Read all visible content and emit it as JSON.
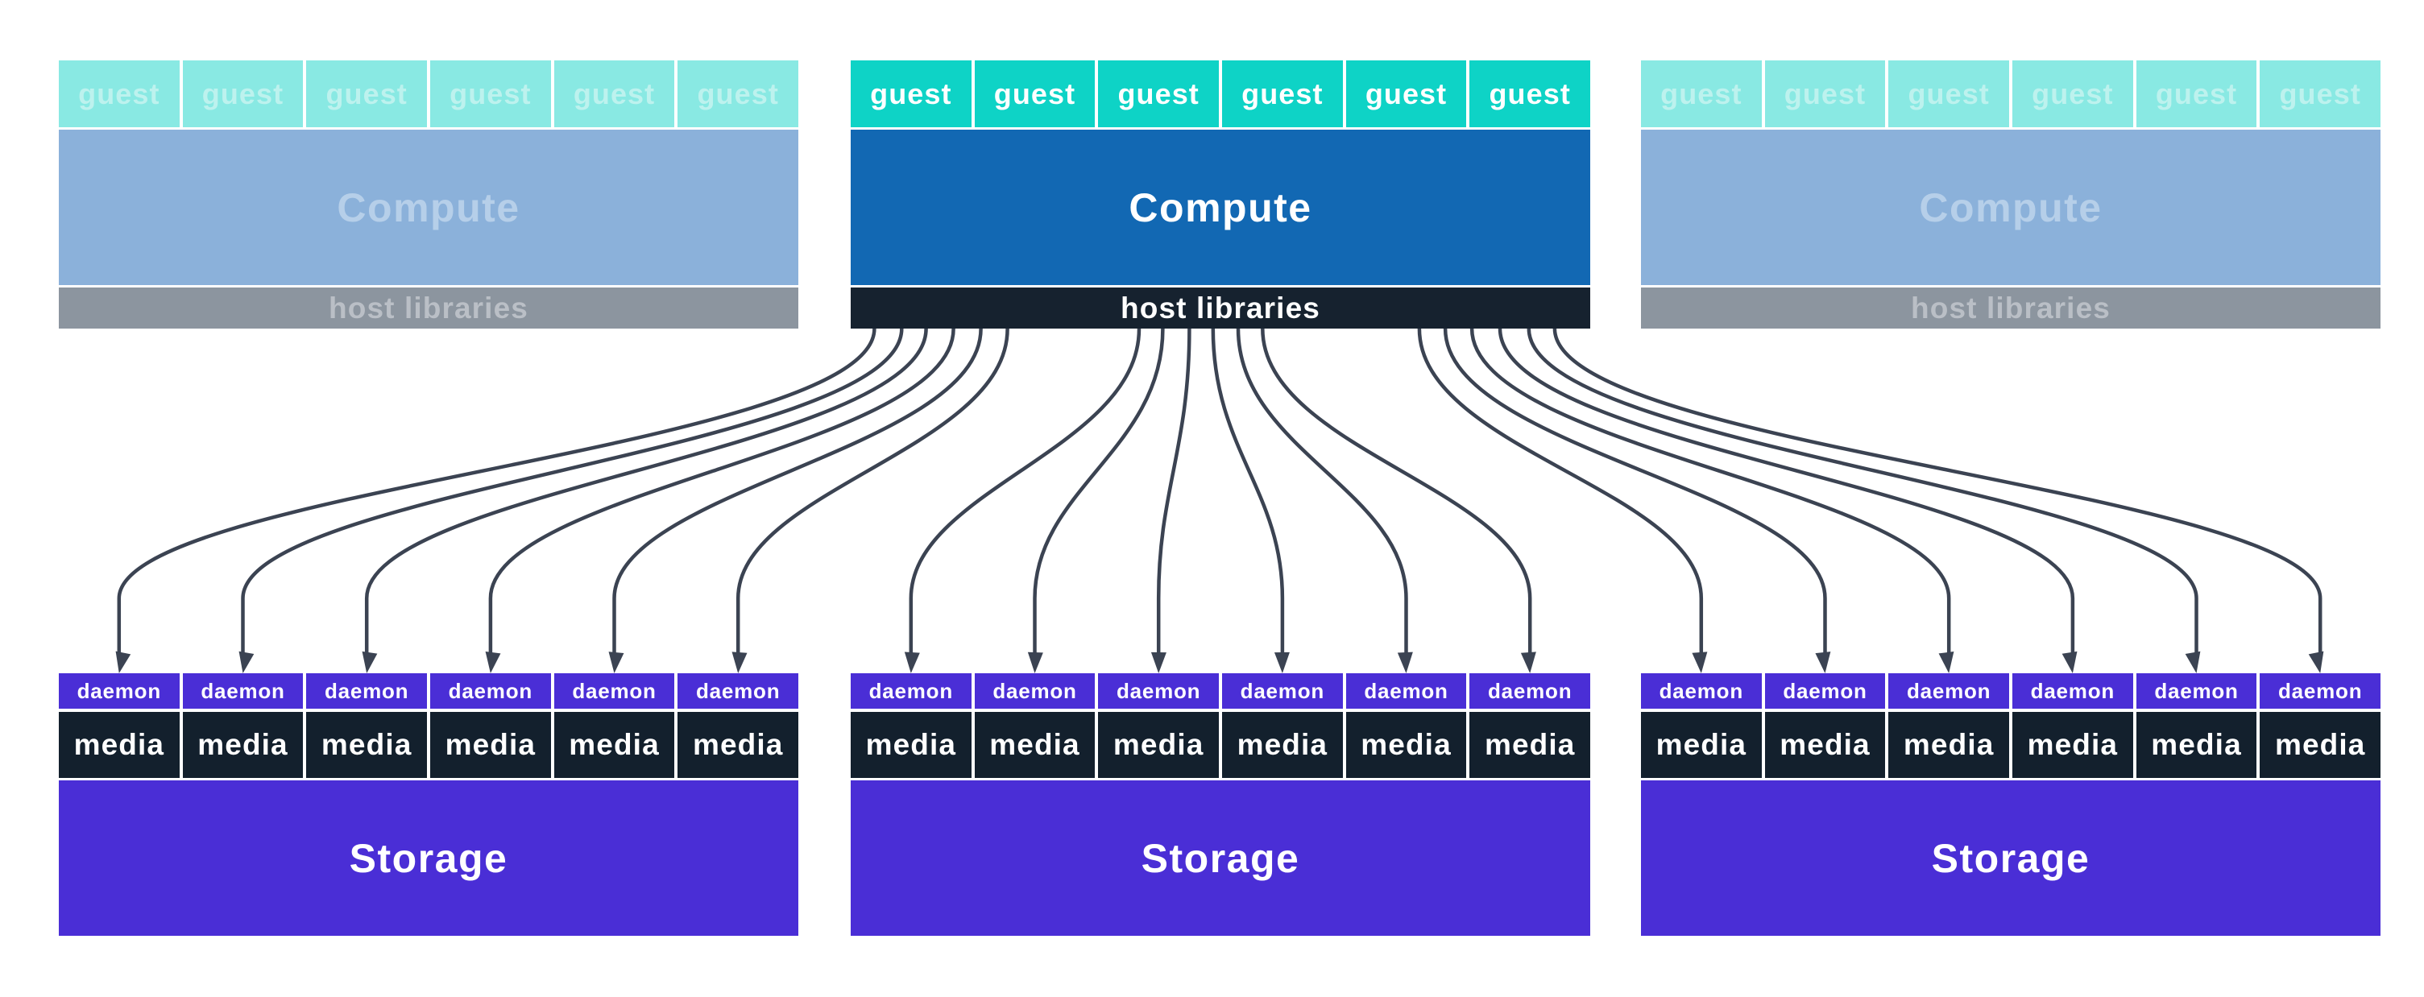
{
  "colors": {
    "page_bg": "#ffffff",
    "guest_active_bg": "#0ed3c6",
    "guest_active_text": "#ffffff",
    "guest_faded_bg": "#89e9e3",
    "guest_faded_text": "#bdf2ee",
    "compute_active_bg": "#1268b3",
    "compute_active_text": "#ffffff",
    "compute_faded_bg": "#8bb1da",
    "compute_faded_text": "#b6cfe9",
    "hostlib_active_bg": "#16222f",
    "hostlib_active_text": "#ffffff",
    "hostlib_faded_bg": "#8c959f",
    "hostlib_faded_text": "#babfc6",
    "daemon_bg": "#4a2ed6",
    "daemon_text": "#ffffff",
    "media_bg": "#13202d",
    "media_text": "#ffffff",
    "storage_bg": "#4a2ed6",
    "storage_text": "#ffffff",
    "arrow": "#3b4352"
  },
  "compute_nodes": [
    {
      "position": "left",
      "state": "faded",
      "guests": [
        "guest",
        "guest",
        "guest",
        "guest",
        "guest",
        "guest"
      ],
      "compute_label": "Compute",
      "host_label": "host libraries"
    },
    {
      "position": "center",
      "state": "active",
      "guests": [
        "guest",
        "guest",
        "guest",
        "guest",
        "guest",
        "guest"
      ],
      "compute_label": "Compute",
      "host_label": "host libraries"
    },
    {
      "position": "right",
      "state": "faded",
      "guests": [
        "guest",
        "guest",
        "guest",
        "guest",
        "guest",
        "guest"
      ],
      "compute_label": "Compute",
      "host_label": "host libraries"
    }
  ],
  "storage_nodes": [
    {
      "position": "left",
      "daemons": [
        "daemon",
        "daemon",
        "daemon",
        "daemon",
        "daemon",
        "daemon"
      ],
      "media": [
        "media",
        "media",
        "media",
        "media",
        "media",
        "media"
      ],
      "storage_label": "Storage"
    },
    {
      "position": "center",
      "daemons": [
        "daemon",
        "daemon",
        "daemon",
        "daemon",
        "daemon",
        "daemon"
      ],
      "media": [
        "media",
        "media",
        "media",
        "media",
        "media",
        "media"
      ],
      "storage_label": "Storage"
    },
    {
      "position": "right",
      "daemons": [
        "daemon",
        "daemon",
        "daemon",
        "daemon",
        "daemon",
        "daemon"
      ],
      "media": [
        "media",
        "media",
        "media",
        "media",
        "media",
        "media"
      ],
      "storage_label": "Storage"
    }
  ],
  "arrows": {
    "description": "18 arrows from center host-libraries bar to every daemon cell",
    "source_fractions": [
      0.032,
      0.069,
      0.102,
      0.139,
      0.176,
      0.212,
      0.39,
      0.422,
      0.458,
      0.49,
      0.524,
      0.557,
      0.769,
      0.804,
      0.84,
      0.878,
      0.917,
      0.952
    ]
  }
}
